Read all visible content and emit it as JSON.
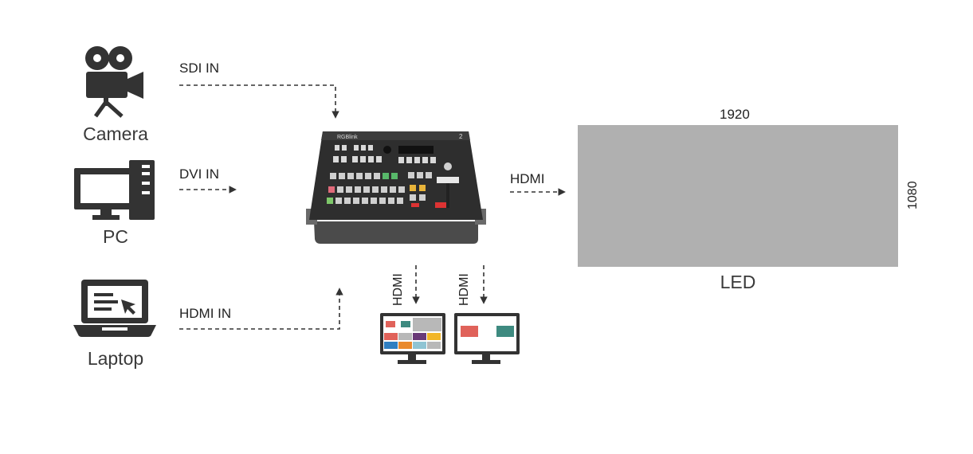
{
  "sources": {
    "camera": {
      "label": "Camera",
      "icon": "video-camera-icon"
    },
    "pc": {
      "label": "PC",
      "icon": "desktop-pc-icon"
    },
    "laptop": {
      "label": "Laptop",
      "icon": "laptop-icon"
    }
  },
  "links": {
    "camera_link": "SDI IN",
    "pc_link": "DVI IN",
    "laptop_link": "HDMI IN",
    "output_link": "HDMI",
    "monitor1_link": "HDMI",
    "monitor2_link": "HDMI"
  },
  "switcher": {
    "icon": "video-switcher-icon",
    "brand": "RGBlink",
    "model_badge": "2"
  },
  "monitors": {
    "multiview": {
      "icon": "multiview-monitor-icon"
    },
    "preview": {
      "icon": "preview-monitor-icon"
    }
  },
  "led": {
    "label": "LED",
    "width_label": "1920",
    "height_label": "1080",
    "color": "#b0b0b0"
  },
  "colors": {
    "icon": "#333333",
    "arrow": "#333333",
    "tile_red": "#e0625a",
    "tile_teal": "#3e8a80",
    "tile_gray": "#b8b8b8",
    "tile_purple": "#6a3a78",
    "tile_orange": "#e98a2e",
    "tile_yellow": "#f2b628",
    "tile_blue": "#2f7fc1",
    "tile_lightblue": "#8fc4d3"
  }
}
